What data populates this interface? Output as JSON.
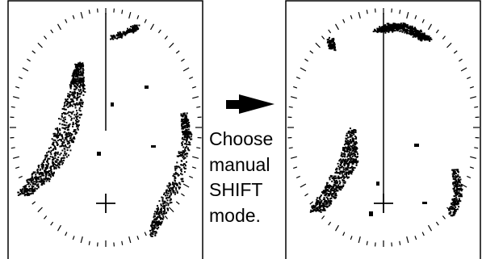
{
  "instruction": {
    "lines": [
      "Choose",
      "manual",
      "SHIFT",
      "mode."
    ]
  },
  "icons": {
    "transition": "right-arrow-icon",
    "center_mark": "crosshair-icon",
    "heading_line": "heading-line"
  },
  "colors": {
    "ink": "#000000",
    "background": "#ffffff"
  }
}
